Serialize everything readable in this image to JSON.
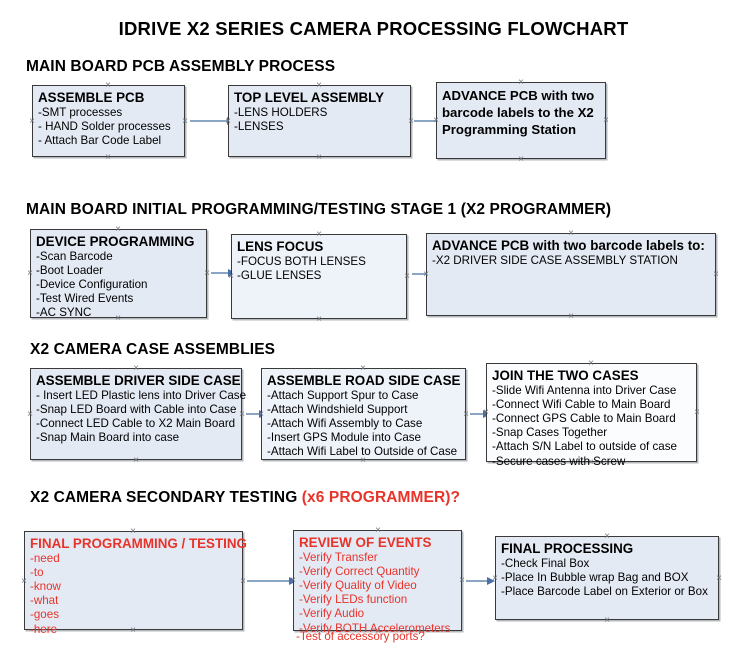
{
  "document": {
    "title": "IDRIVE X2  SERIES CAMERA PROCESSING FLOWCHART"
  },
  "colors": {
    "accent_red": "#e8332a",
    "node_fill": "#e4eaf4",
    "node_border": "#3a3a3a",
    "connector": "#8ba6c4",
    "arrowhead": "#4a6fa8",
    "text": "#000000"
  },
  "sections": [
    {
      "heading": "MAIN BOARD PCB ASSEMBLY PROCESS",
      "heading_accent": "",
      "nodes": [
        {
          "title": "ASSEMBLE PCB",
          "lines": [
            "-SMT processes",
            "- HAND Solder processes",
            "- Attach Bar Code Label"
          ]
        },
        {
          "title": "TOP LEVEL ASSEMBLY",
          "lines": [
            "-LENS HOLDERS",
            "-LENSES"
          ]
        },
        {
          "title": "ADVANCE PCB with two barcode labels to the  X2 Programming Station",
          "lines": []
        }
      ]
    },
    {
      "heading": "MAIN BOARD INITIAL PROGRAMMING/TESTING STAGE 1 (X2 PROGRAMMER)",
      "heading_accent": "",
      "nodes": [
        {
          "title": "DEVICE PROGRAMMING",
          "lines": [
            "-Scan Barcode",
            "-Boot Loader",
            "-Device Configuration",
            "-Test Wired Events",
            "-AC SYNC"
          ]
        },
        {
          "title": "LENS FOCUS",
          "lines": [
            "-FOCUS BOTH LENSES",
            "-GLUE LENSES"
          ]
        },
        {
          "title": "ADVANCE PCB with two barcode labels to:",
          "lines": [
            "-X2 DRIVER  SIDE  CASE  ASSEMBLY STATION"
          ]
        }
      ]
    },
    {
      "heading": "X2 CAMERA CASE ASSEMBLIES",
      "heading_accent": "",
      "nodes": [
        {
          "title": "ASSEMBLE DRIVER SIDE CASE",
          "lines": [
            "- Insert LED Plastic lens into Driver Case",
            "-Snap LED Board with Cable into Case",
            "-Connect LED Cable to X2 Main Board",
            "-Snap Main Board into case"
          ]
        },
        {
          "title": "ASSEMBLE ROAD SIDE CASE",
          "lines": [
            "-Attach Support Spur to Case",
            "-Attach Windshield Support",
            "-Attach Wifi Assembly to Case",
            "-Insert GPS Module into Case",
            "-Attach Wifi Label to Outside of Case"
          ]
        },
        {
          "title": "JOIN THE TWO CASES",
          "lines": [
            "-Slide Wifi Antenna into Driver Case",
            "-Connect Wifi Cable to Main Board",
            "-Connect GPS Cable to Main Board",
            "-Snap Cases Together",
            "-Attach S/N Label to outside of case",
            "-Secure cases with Screw"
          ]
        }
      ]
    },
    {
      "heading": "X2 CAMERA SECONDARY TESTING ",
      "heading_accent": "(x6 PROGRAMMER)?",
      "nodes": [
        {
          "title": "FINAL PROGRAMMING / TESTING",
          "lines": [
            "-need",
            "-to",
            "-know",
            "-what",
            "-goes",
            "-here"
          ]
        },
        {
          "title": "REVIEW OF EVENTS",
          "lines": [
            "-Verify Transfer",
            "-Verify Correct Quantity",
            "-Verify Quality of Video",
            "-Verify LEDs function",
            "-Verify Audio",
            "-Verify BOTH Accelerometers"
          ],
          "overflow_line": "-Test of accessory ports?"
        },
        {
          "title": "FINAL PROCESSING",
          "lines": [
            " -Check Final Box",
            "-Place In Bubble wrap Bag and BOX",
            "-Place Barcode Label on Exterior or Box"
          ]
        }
      ]
    }
  ]
}
